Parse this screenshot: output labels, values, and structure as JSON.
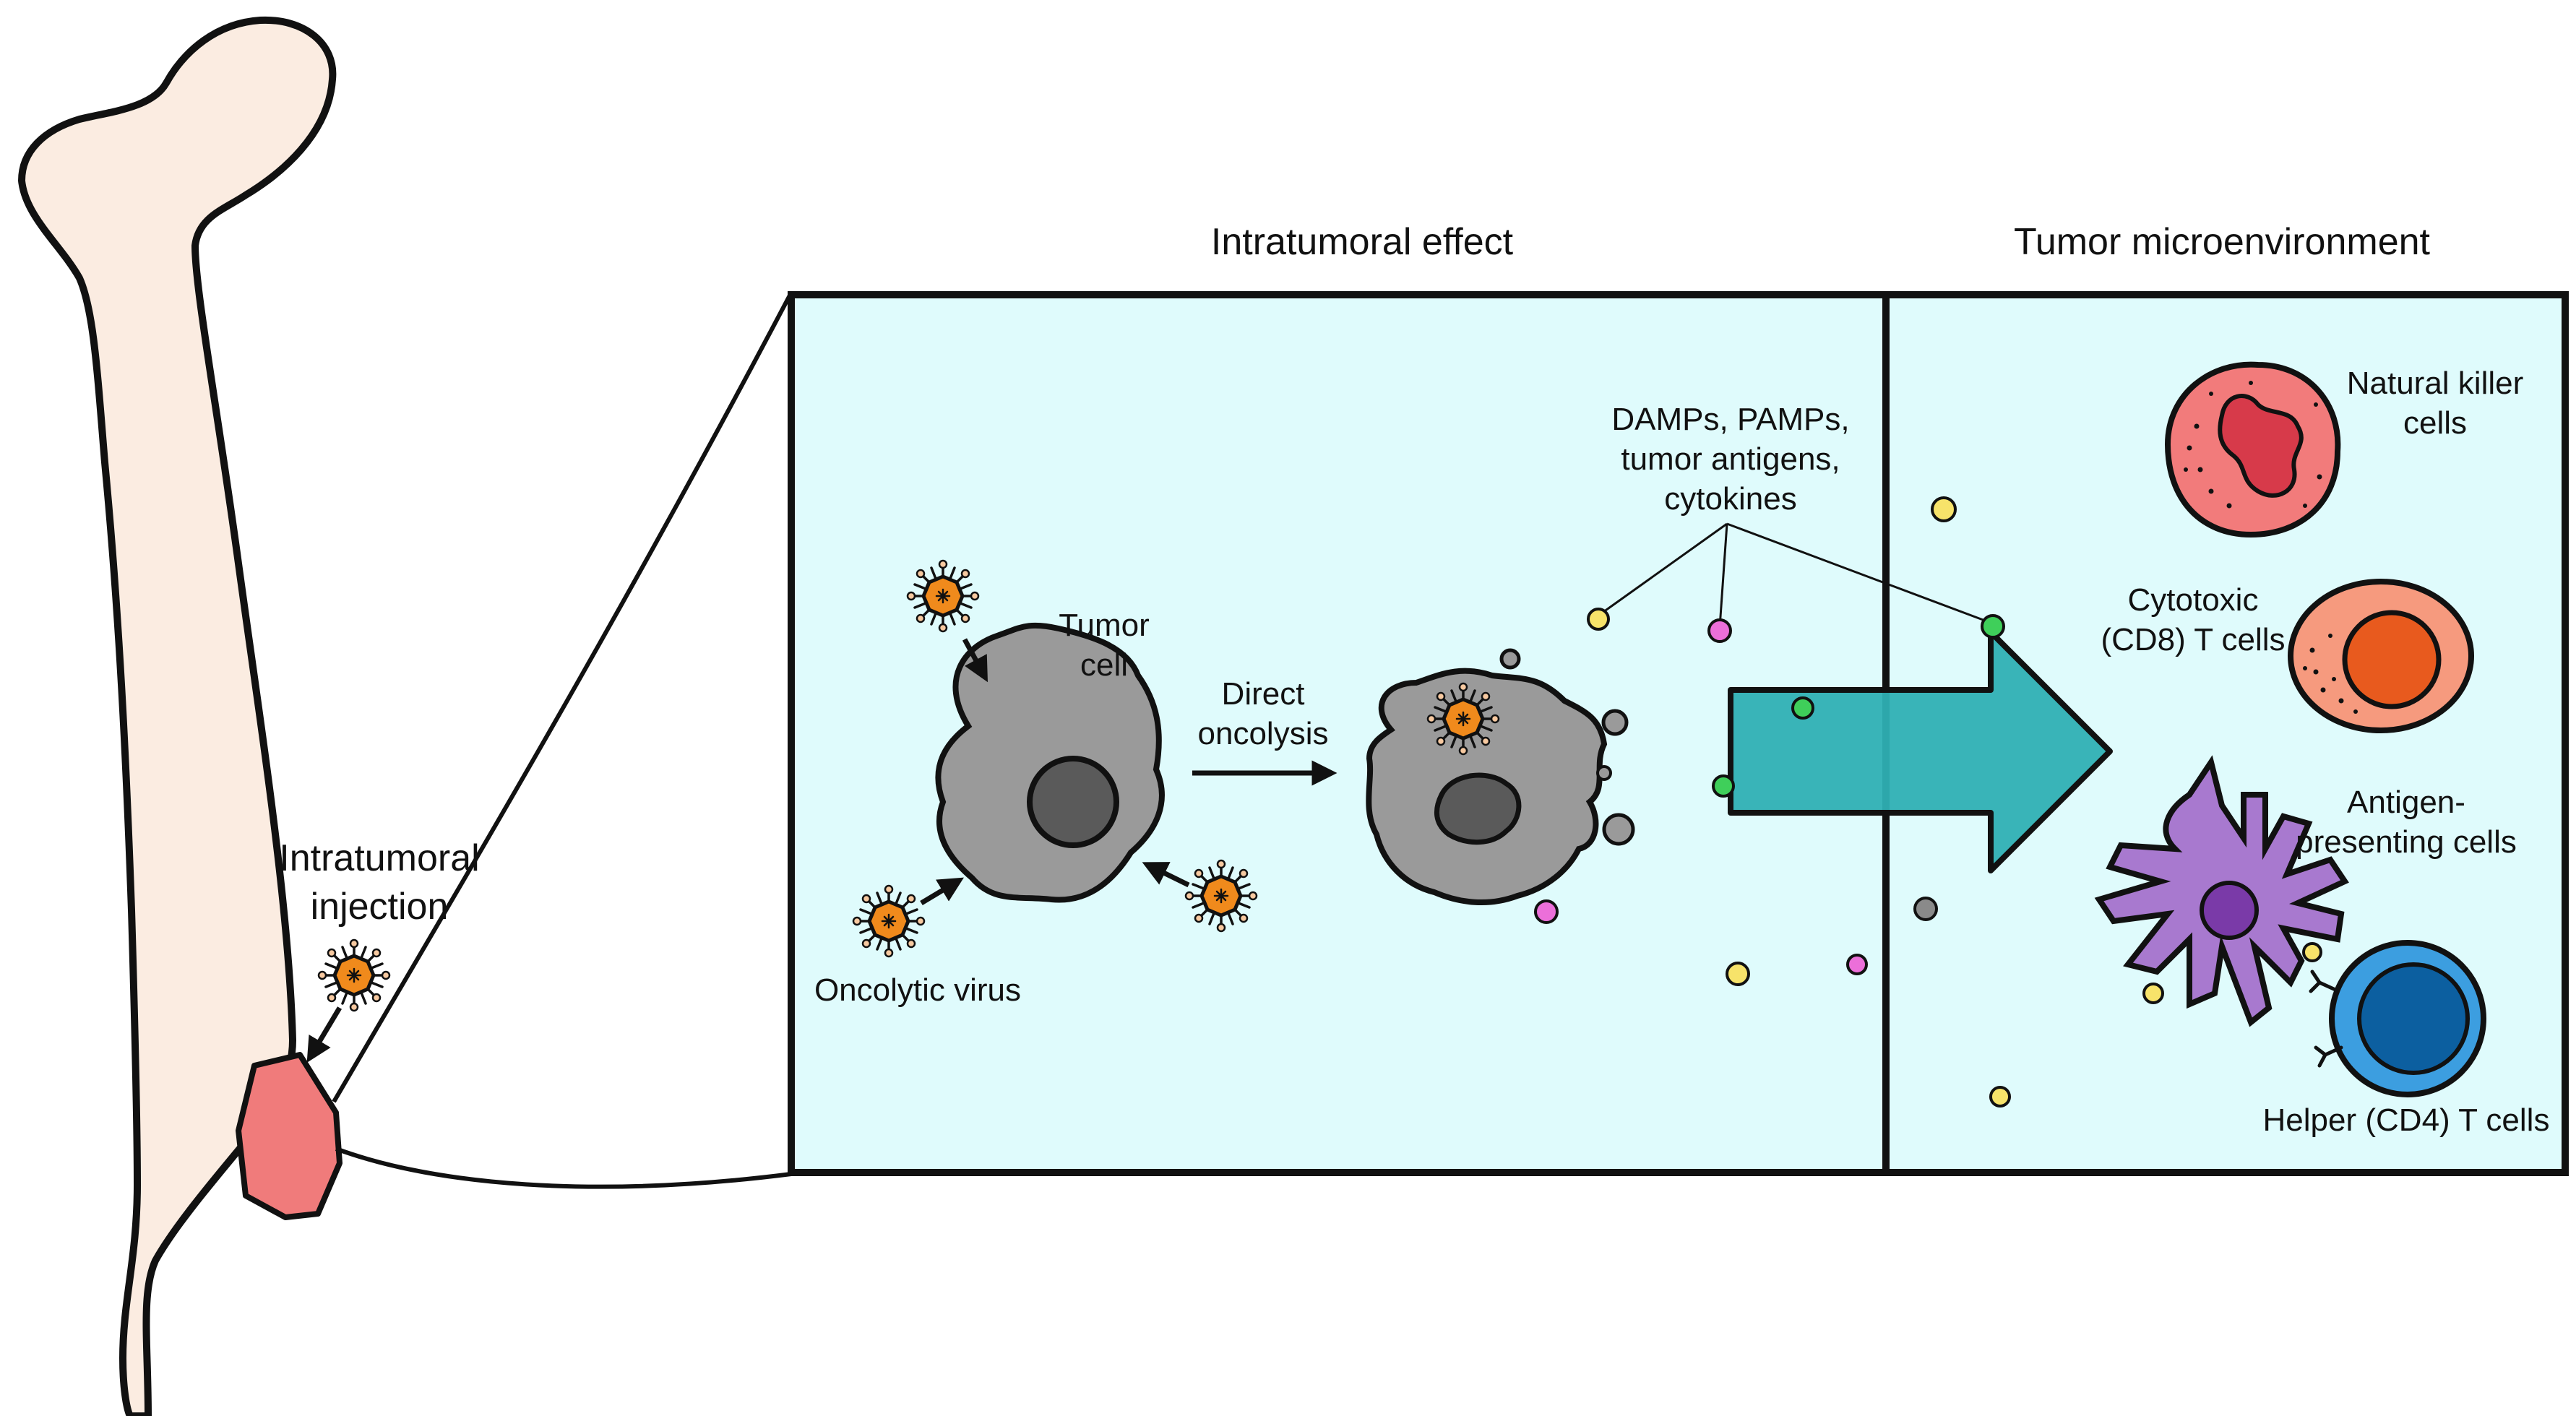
{
  "headers": {
    "intratumoral_effect": "Intratumoral effect",
    "tumor_microenvironment": "Tumor microenvironment"
  },
  "bone": {
    "injection_label": [
      "Intratumoral",
      "injection"
    ]
  },
  "left_panel": {
    "tumor_cell_label": [
      "Tumor",
      "cell"
    ],
    "direct_oncolysis_label": [
      "Direct",
      "oncolysis"
    ],
    "oncolytic_virus_label": "Oncolytic virus",
    "released_factors_label": [
      "DAMPs, PAMPs,",
      "tumor antigens,",
      "cytokines"
    ]
  },
  "right_panel": {
    "nk_label": [
      "Natural killer",
      "cells"
    ],
    "cd8_label": [
      "Cytotoxic",
      "(CD8) T cells"
    ],
    "apc_label": [
      "Antigen-",
      "presenting cells"
    ],
    "cd4_label": "Helper (CD4) T cells"
  },
  "colors": {
    "panel_fill": "#dffbfc",
    "bone_fill": "#fbece1",
    "tumor_pink": "#f07b7b",
    "tumor_cell_gray": "#9a9a9a",
    "arrow_teal": "#2fb0b4",
    "virus_orange": "#f08a1c",
    "nk_red": "#f27b7b",
    "cd8_orange": "#f69a7e",
    "apc_purple": "#a879cf",
    "cd4_blue": "#3c9ee0",
    "particle_yellow": "#f7e36a",
    "particle_magenta": "#ec6fd9",
    "particle_green": "#3fcf5a",
    "particle_gray": "#8a8a8a"
  }
}
